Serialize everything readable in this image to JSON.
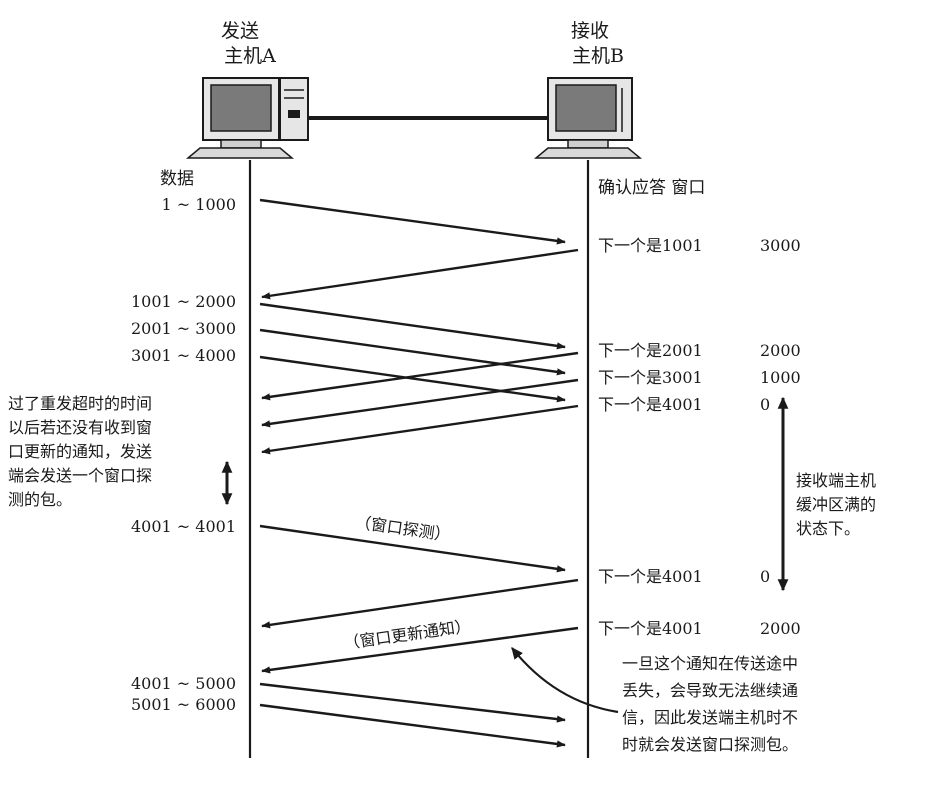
{
  "hosts": {
    "sender": {
      "line1": "发送",
      "line2": "主机A"
    },
    "receiver": {
      "line1": "接收",
      "line2": "主机B"
    }
  },
  "headers": {
    "data": "数据",
    "ack_window": "确认应答 窗口"
  },
  "segments": [
    {
      "label": "1 ~ 1000"
    },
    {
      "label": "1001 ~ 2000"
    },
    {
      "label": "2001 ~ 3000"
    },
    {
      "label": "3001 ~ 4000"
    },
    {
      "label": "4001 ~ 4001"
    },
    {
      "label": "4001 ~ 5000"
    },
    {
      "label": "5001 ~ 6000"
    }
  ],
  "acks": [
    {
      "next": "下一个是1001",
      "window": "3000"
    },
    {
      "next": "下一个是2001",
      "window": "2000"
    },
    {
      "next": "下一个是3001",
      "window": "1000"
    },
    {
      "next": "下一个是4001",
      "window": "0"
    },
    {
      "next": "下一个是4001",
      "window": "0"
    },
    {
      "next": "下一个是4001",
      "window": "2000"
    }
  ],
  "labels": {
    "window_probe": "（窗口探测）",
    "window_update": "（窗口更新通知）"
  },
  "notes": {
    "timeout": [
      "过了重发超时的时间",
      "以后若还没有收到窗",
      "口更新的通知，发送",
      "端会发送一个窗口探",
      "测的包。"
    ],
    "buffer_full": [
      "接收端主机",
      "缓冲区满的",
      "状态下。"
    ],
    "loss": [
      "一旦这个通知在传送途中",
      "丢失，会导致无法继续通",
      "信，因此发送端主机时不",
      "时就会发送窗口探测包。"
    ]
  }
}
